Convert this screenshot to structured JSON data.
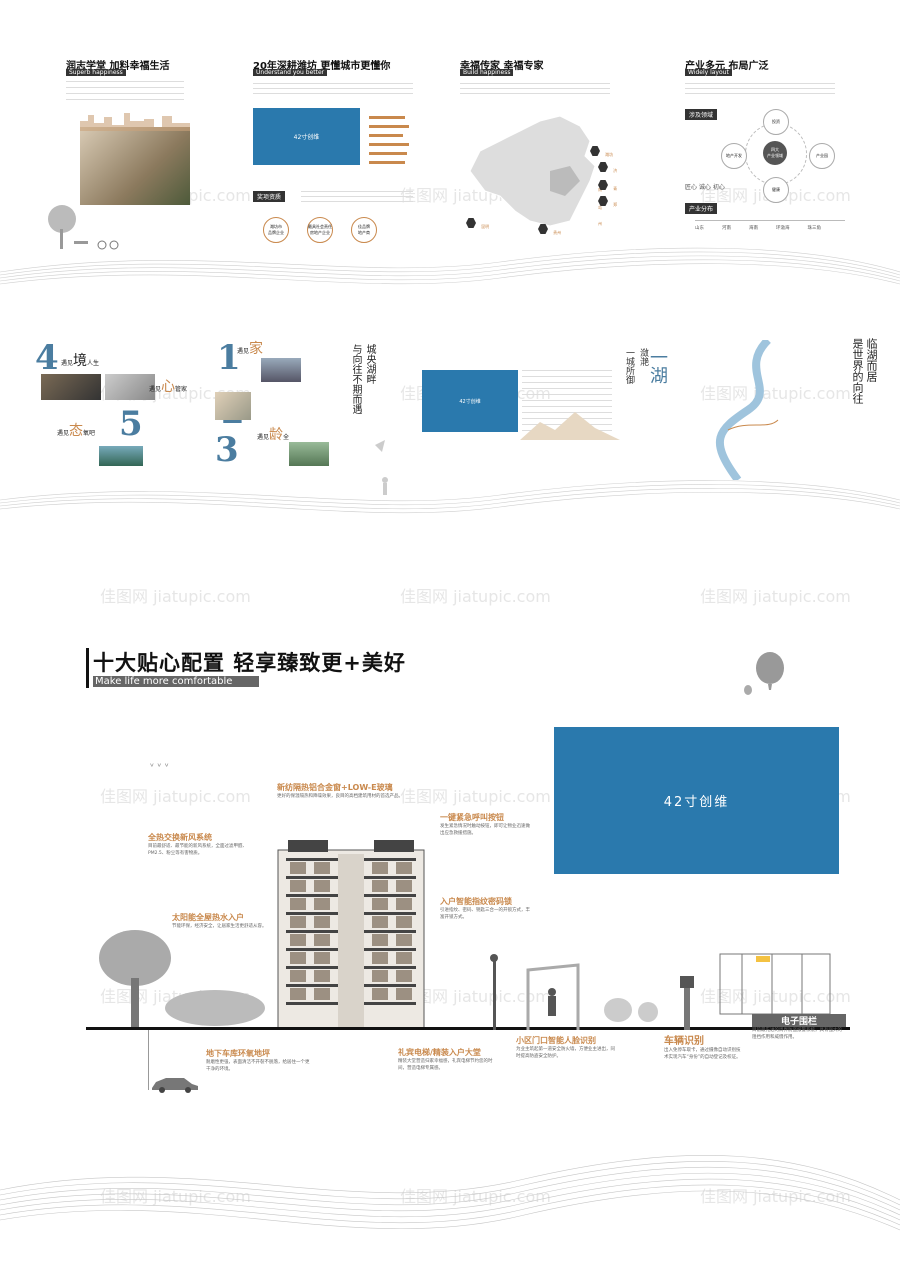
{
  "watermark": "佳图网 jiatupic.com",
  "panel1": {
    "title": "润志学堂 加料幸福生活",
    "subtitle": "Superb happiness"
  },
  "panel2": {
    "title": "20年深耕潍坊 更懂城市更懂你",
    "subtitle": "Understand you better",
    "screen_label": "42寸创维",
    "award_tag": "奖项资质",
    "badges": [
      "潍坊市\n品牌企业",
      "最具社会责任\n房地产企业",
      "佳品牌\n地产商"
    ]
  },
  "panel3": {
    "title": "幸福传家 幸福专家",
    "subtitle": "Build happiness",
    "cities": [
      "潍坊",
      "济南",
      "青岛",
      "郑州",
      "昆明",
      "贵州"
    ]
  },
  "panel4": {
    "title": "产业多元 布局广泛",
    "subtitle": "Widely layout",
    "domain_tag": "涉及领域",
    "center": "四大\n产业领域",
    "nodes": [
      "投资",
      "地产开发",
      "产业园",
      "健康"
    ],
    "slogan": "匠心 诚心 初心",
    "dist_tag": "产业分布",
    "dist_items": [
      "山东",
      "河南",
      "海南",
      "环渤海",
      "珠三角"
    ]
  },
  "left_panel": {
    "items": [
      {
        "num": "4",
        "prefix": "遇见",
        "word": "境",
        "suffix": "人生"
      },
      {
        "num": "1",
        "prefix": "遇见",
        "word": "家",
        "suffix": ""
      },
      {
        "num": "2",
        "prefix": "遇见",
        "word": "心",
        "suffix": "管家"
      },
      {
        "num": "3",
        "prefix": "遇见",
        "word": "龄",
        "suffix": "全"
      },
      {
        "num": "5",
        "prefix": "遇见",
        "word": "态",
        "suffix": "氧吧"
      }
    ]
  },
  "center_vertical": [
    "城央湖畔",
    "与向往不期而遇"
  ],
  "right_panel": {
    "screen_label": "42寸创维",
    "vert_left": [
      "一湖",
      "潋滟",
      "一城所御"
    ],
    "vert_right": [
      "临湖而居",
      "是世界的向往"
    ]
  },
  "main": {
    "title": "十大贴心配置 轻享臻致更+美好",
    "subtitle": "Make life more comfortable",
    "screen_label": "42寸创维",
    "features": [
      {
        "title": "新纺隔热铝合金窗+LOW-E玻璃",
        "desc": "更好的保温隔热和降噪效果，良目的高档建筑用材的首选产品。"
      },
      {
        "title": "全热交换新风系统",
        "desc": "目前最舒适、最节能的新风系统，全面过滤甲醛、PM2.5、粉尘等有害物质。"
      },
      {
        "title": "一键紧急呼叫按钮",
        "desc": "发生紧急情况时触动按钮，即可让物业迅速做出应急救援措施。"
      },
      {
        "title": "入户智能指纹密码锁",
        "desc": "引进指纹、密码、钥匙三合一的开锁方式，丰富开锁方式。"
      },
      {
        "title": "太阳能全屋热水入户",
        "desc": "节能环保，经济安全，让居家生活更舒适从容。"
      },
      {
        "title": "地下车库环氧地坪",
        "desc": "耐磨性更强，表面清洁不开裂不脱落，给居住一个更干净的环境。"
      },
      {
        "title": "礼宾电梯/精装入户大堂",
        "desc": "精装大堂营造归家幸福感，礼宾电梯节约您的时间，营造电梯专属感。"
      },
      {
        "title": "小区门口智能人脸识别",
        "desc": "为业主筑起第一道安全防火墙，方便业主进出，同时提高防盗安全防护。"
      },
      {
        "title": "车辆识别",
        "desc": "出入免停车取卡，通过摄像自动识别技术实现汽车“身份”的自动登记及校证。"
      },
      {
        "title": "电子围栏",
        "desc": "目前最先进的周界防盗报警系统，具有强大的阻挡作用和威慑作用。"
      }
    ]
  }
}
